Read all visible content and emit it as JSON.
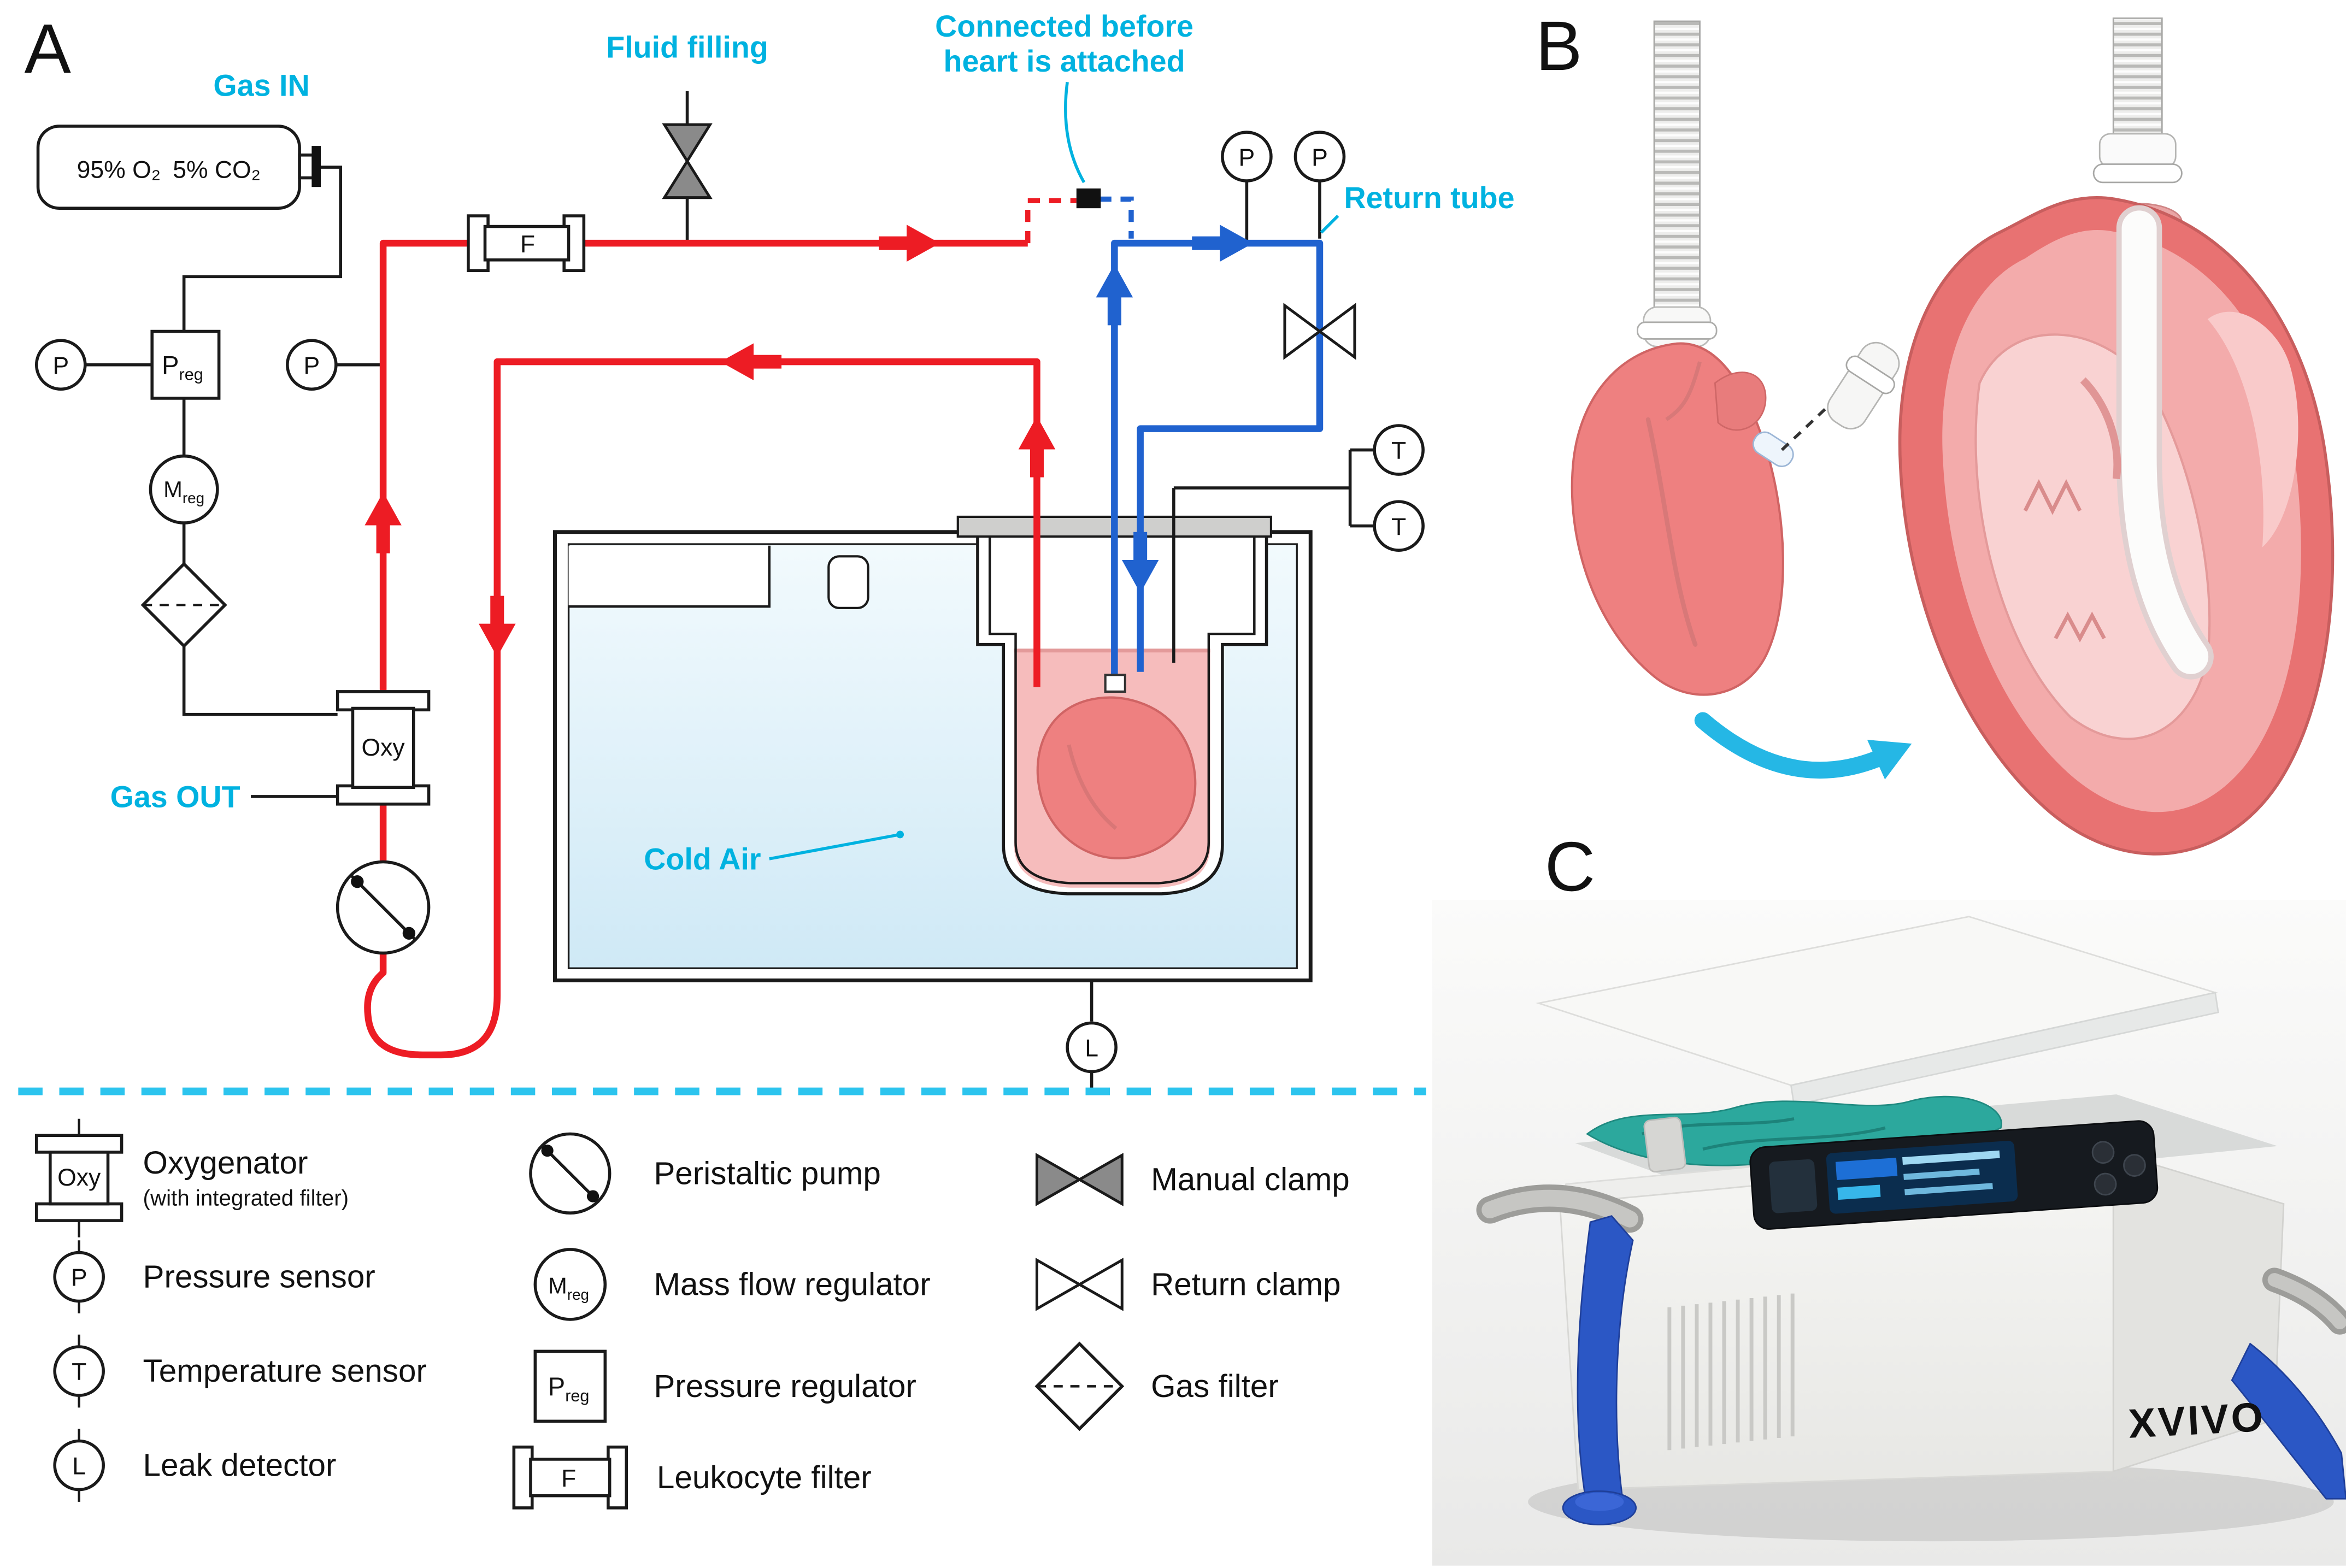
{
  "colors": {
    "cyan_label": "#00b2e0",
    "divider_cyan": "#2cc4ee",
    "supply_red": "#ed1c24",
    "return_blue": "#2062cf",
    "clamp_gray": "#8a8a8a",
    "perfusate_pink": "#f6bcbc",
    "heart_fill": "#ee8080",
    "cloth_teal": "#2ca89d",
    "strap_blue": "#2b57c5",
    "logo_cyan": "#25b7e5",
    "line_black": "#1a1a1a"
  },
  "panelA": {
    "label": "A",
    "gas_cylinder_text": "95% O₂ 5% CO₂",
    "labels": {
      "gas_in": "Gas IN",
      "fluid_filling": "Fluid filling",
      "connected_line1": "Connected before",
      "connected_line2": "heart is attached",
      "return_tube": "Return tube",
      "gas_out": "Gas OUT",
      "cold_air": "Cold Air"
    }
  },
  "symbols": {
    "pressure_sensor": "P",
    "temperature_sensor": "T",
    "leak_detector": "L",
    "oxygenator": "Oxy",
    "leukocyte_filter": "F",
    "mass_flow_main": "M",
    "pressure_reg_main": "P",
    "regulator_sub": "reg"
  },
  "legend": {
    "oxygenator_label": "Oxygenator",
    "oxygenator_sublabel": "(with integrated filter)",
    "pressure_sensor_label": "Pressure sensor",
    "temperature_sensor_label": "Temperature sensor",
    "leak_detector_label": "Leak detector",
    "peristaltic_pump_label": "Peristaltic pump",
    "mass_flow_label": "Mass flow regulator",
    "pressure_reg_label": "Pressure regulator",
    "leukocyte_label": "Leukocyte filter",
    "manual_clamp_label": "Manual clamp",
    "return_clamp_label": "Return clamp",
    "gas_filter_label": "Gas filter"
  },
  "panelB": {
    "label": "B"
  },
  "panelC": {
    "label": "C",
    "logo_text": "XVIVO"
  }
}
